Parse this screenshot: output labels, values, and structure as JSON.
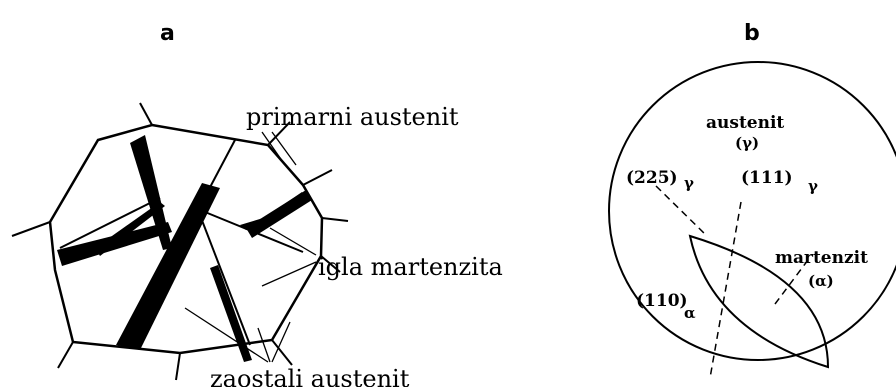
{
  "panel_a": {
    "label": "a",
    "labels": {
      "primary_austenite": "primarni austenit",
      "martensite_needle": "igla martenzita",
      "retained_austenite": "zaostali austenit"
    }
  },
  "panel_b": {
    "label": "b",
    "austenite": "austenit",
    "austenite_symbol": "(γ)",
    "plane_225": "(225)",
    "plane_225_sub": "γ",
    "plane_111": "(111)",
    "plane_111_sub": "γ",
    "martensite": "martenzit",
    "martensite_symbol": "(α)",
    "plane_110": "(110)",
    "plane_110_sub": "α"
  }
}
